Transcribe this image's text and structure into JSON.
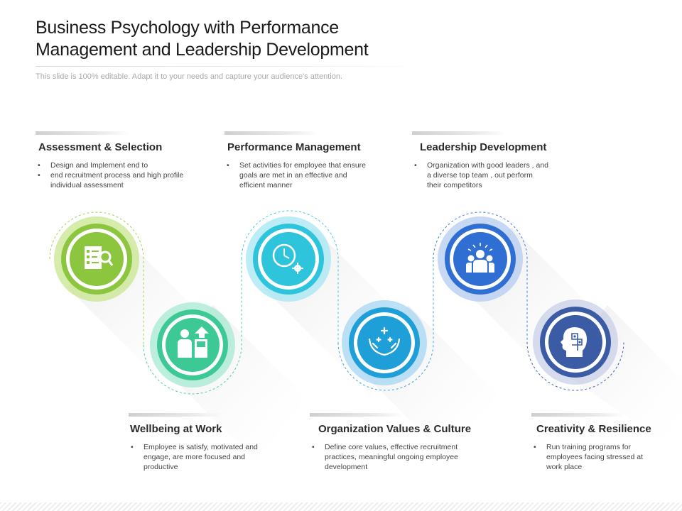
{
  "header": {
    "title_line1": "Business Psychology with Performance",
    "title_line2": "Management and Leadership Development",
    "subtitle": "This slide is 100% editable. Adapt it to your needs and capture your audience's attention."
  },
  "steps": [
    {
      "title": "Assessment & Selection",
      "bullets": [
        "Design and Implement end to",
        "end recruitment process and high profile individual assessment"
      ],
      "icon": "checklist-magnifier-icon",
      "color": "#8cc63f"
    },
    {
      "title": "Wellbeing at Work",
      "bullets": [
        "Employee is satisfy, motivated and engage, are more focused and productive"
      ],
      "icon": "employee-growth-icon",
      "color": "#3cc996"
    },
    {
      "title": "Performance Management",
      "bullets": [
        "Set activities for employee that ensure goals are met in an effective and efficient manner"
      ],
      "icon": "clock-gear-icon",
      "color": "#2ec4dc"
    },
    {
      "title": "Organization Values & Culture",
      "bullets": [
        "Define core values, effective recruitment practices, meaningful ongoing employee development"
      ],
      "icon": "hands-sparkle-icon",
      "color": "#1f9fd8"
    },
    {
      "title": "Leadership Development",
      "bullets": [
        "Organization with good leaders , and a diverse top team , out perform their competitors"
      ],
      "icon": "leader-team-icon",
      "color": "#2f6ed3"
    },
    {
      "title": "Creativity & Resilience",
      "bullets": [
        "Run training programs for employees facing stressed at work place"
      ],
      "icon": "head-puzzle-icon",
      "color": "#3b5ba5"
    }
  ]
}
